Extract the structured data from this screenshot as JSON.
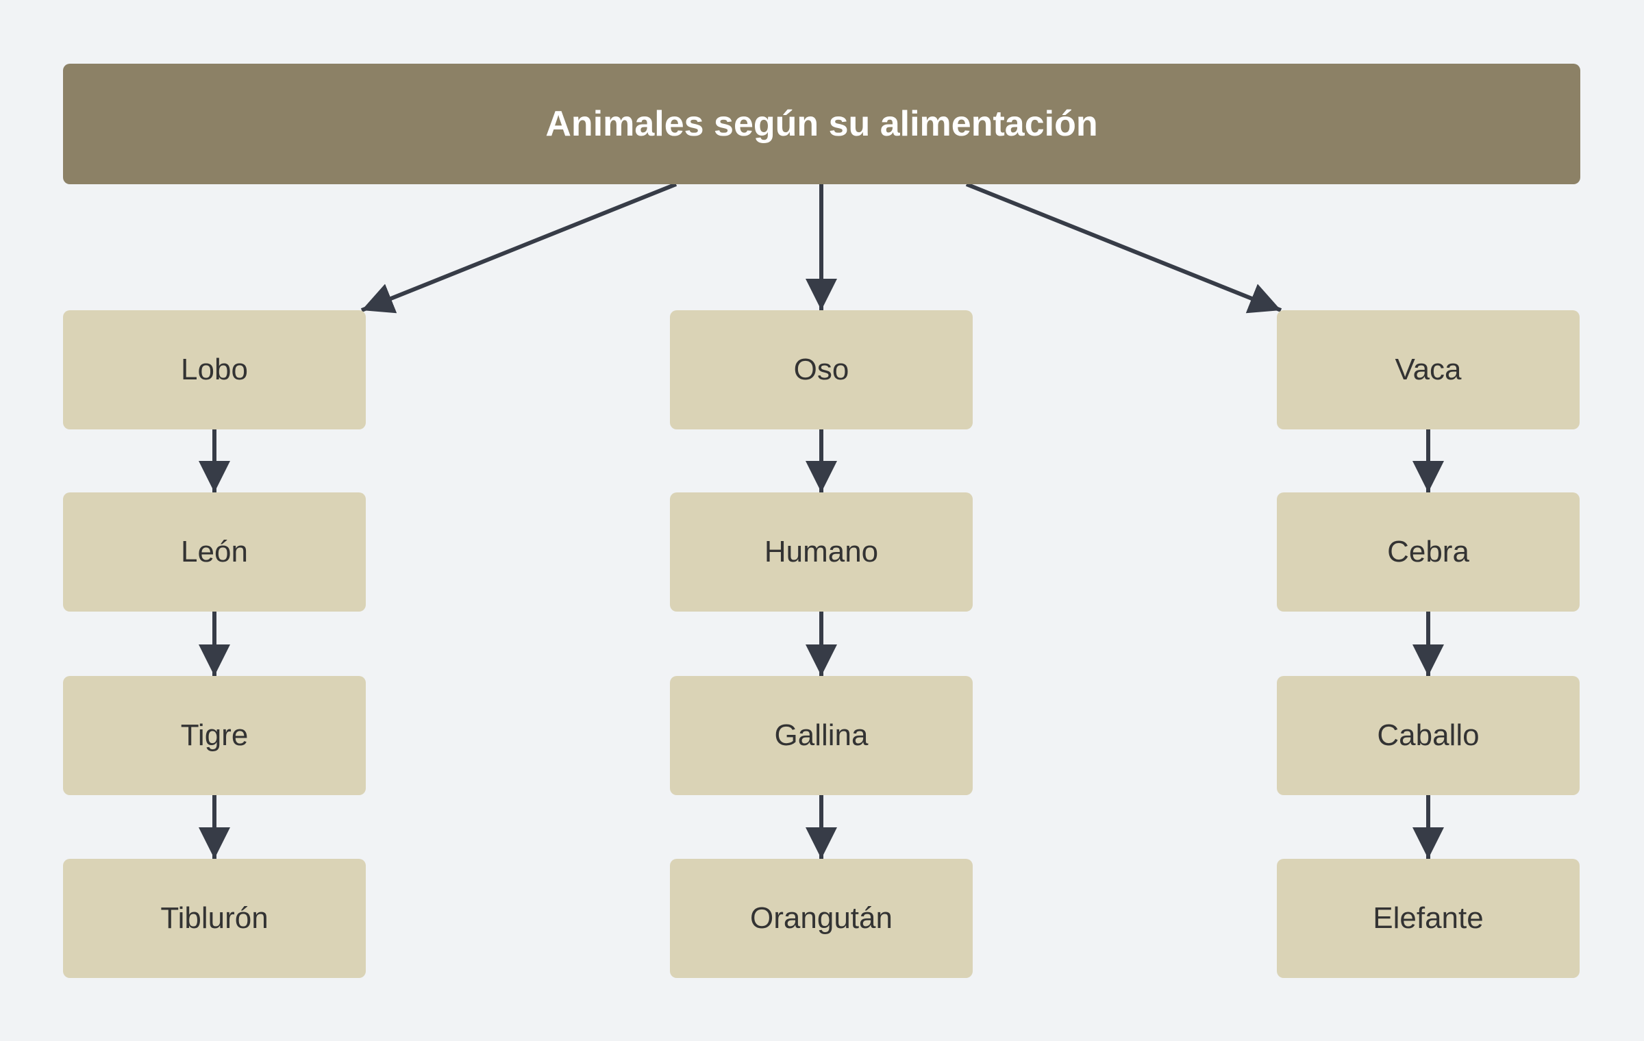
{
  "title": "Animales según su alimentación",
  "columns": [
    {
      "items": [
        "Lobo",
        "León",
        "Tigre",
        "Tiblurón"
      ]
    },
    {
      "items": [
        "Oso",
        "Humano",
        "Gallina",
        "Orangután"
      ]
    },
    {
      "items": [
        "Vaca",
        "Cebra",
        "Caballo",
        "Elefante"
      ]
    }
  ],
  "colors": {
    "header": "#8c8166",
    "node": "#dad3b6",
    "arrow": "#373c47",
    "background": "#f1f3f5"
  }
}
